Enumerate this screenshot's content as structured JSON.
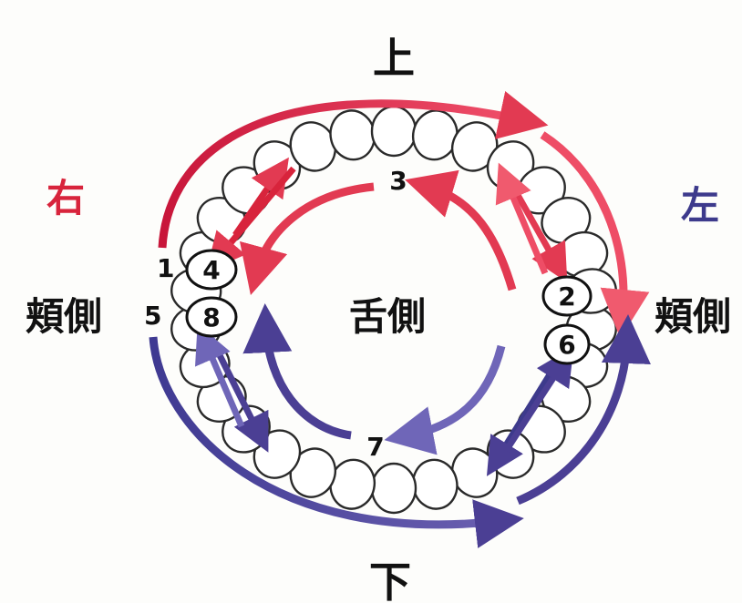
{
  "directions": {
    "top": "上",
    "bottom": "下",
    "right_side": "右",
    "left_side": "左"
  },
  "surfaces": {
    "buccal_right": "頬側",
    "buccal_left": "頬側",
    "lingual": "舌側"
  },
  "step_numbers": {
    "n1": "1",
    "n2": "2",
    "n3": "3",
    "n4": "4",
    "n5": "5",
    "n6": "6",
    "n7": "7",
    "n8": "8"
  },
  "colors": {
    "upper_arrow": "#d8243c",
    "upper_arrow_light": "#f05a6e",
    "lower_arrow": "#4b3f94",
    "lower_arrow_light": "#6f66b8",
    "right_label": "#d8243c",
    "left_label": "#3d3a8c",
    "text": "#111111"
  },
  "icons": [
    "tooth-icon",
    "arrow-icon"
  ]
}
